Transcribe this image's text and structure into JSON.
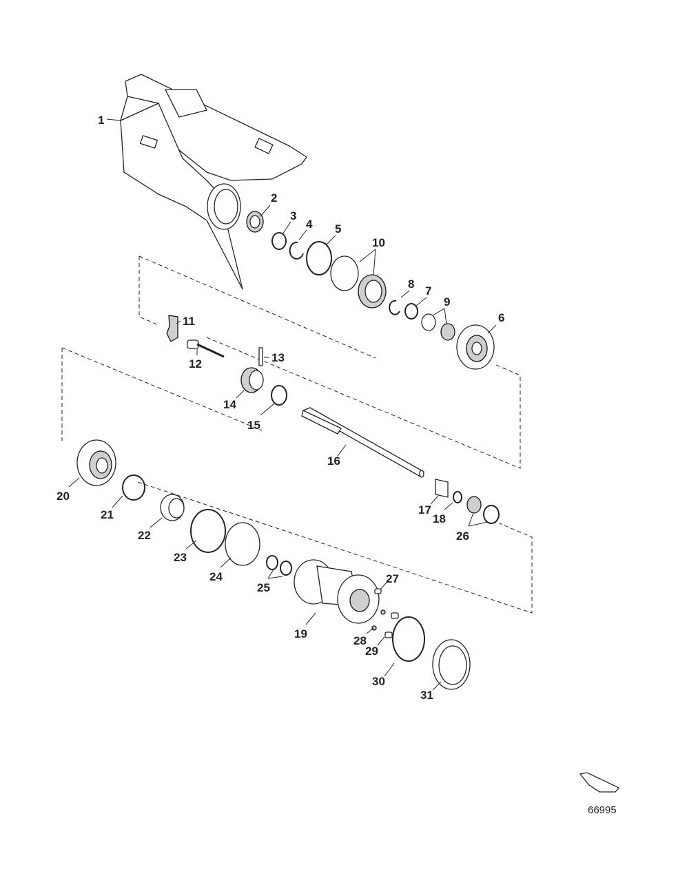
{
  "figure_id": "66995",
  "parts": [
    {
      "number": "1"
    },
    {
      "number": "2"
    },
    {
      "number": "3"
    },
    {
      "number": "4"
    },
    {
      "number": "5"
    },
    {
      "number": "6"
    },
    {
      "number": "7"
    },
    {
      "number": "8"
    },
    {
      "number": "9"
    },
    {
      "number": "10"
    },
    {
      "number": "11"
    },
    {
      "number": "12"
    },
    {
      "number": "13"
    },
    {
      "number": "14"
    },
    {
      "number": "15"
    },
    {
      "number": "16"
    },
    {
      "number": "17"
    },
    {
      "number": "18"
    },
    {
      "number": "19"
    },
    {
      "number": "20"
    },
    {
      "number": "21"
    },
    {
      "number": "22"
    },
    {
      "number": "23"
    },
    {
      "number": "24"
    },
    {
      "number": "25"
    },
    {
      "number": "26"
    },
    {
      "number": "27"
    },
    {
      "number": "28"
    },
    {
      "number": "29"
    },
    {
      "number": "30"
    },
    {
      "number": "31"
    }
  ]
}
